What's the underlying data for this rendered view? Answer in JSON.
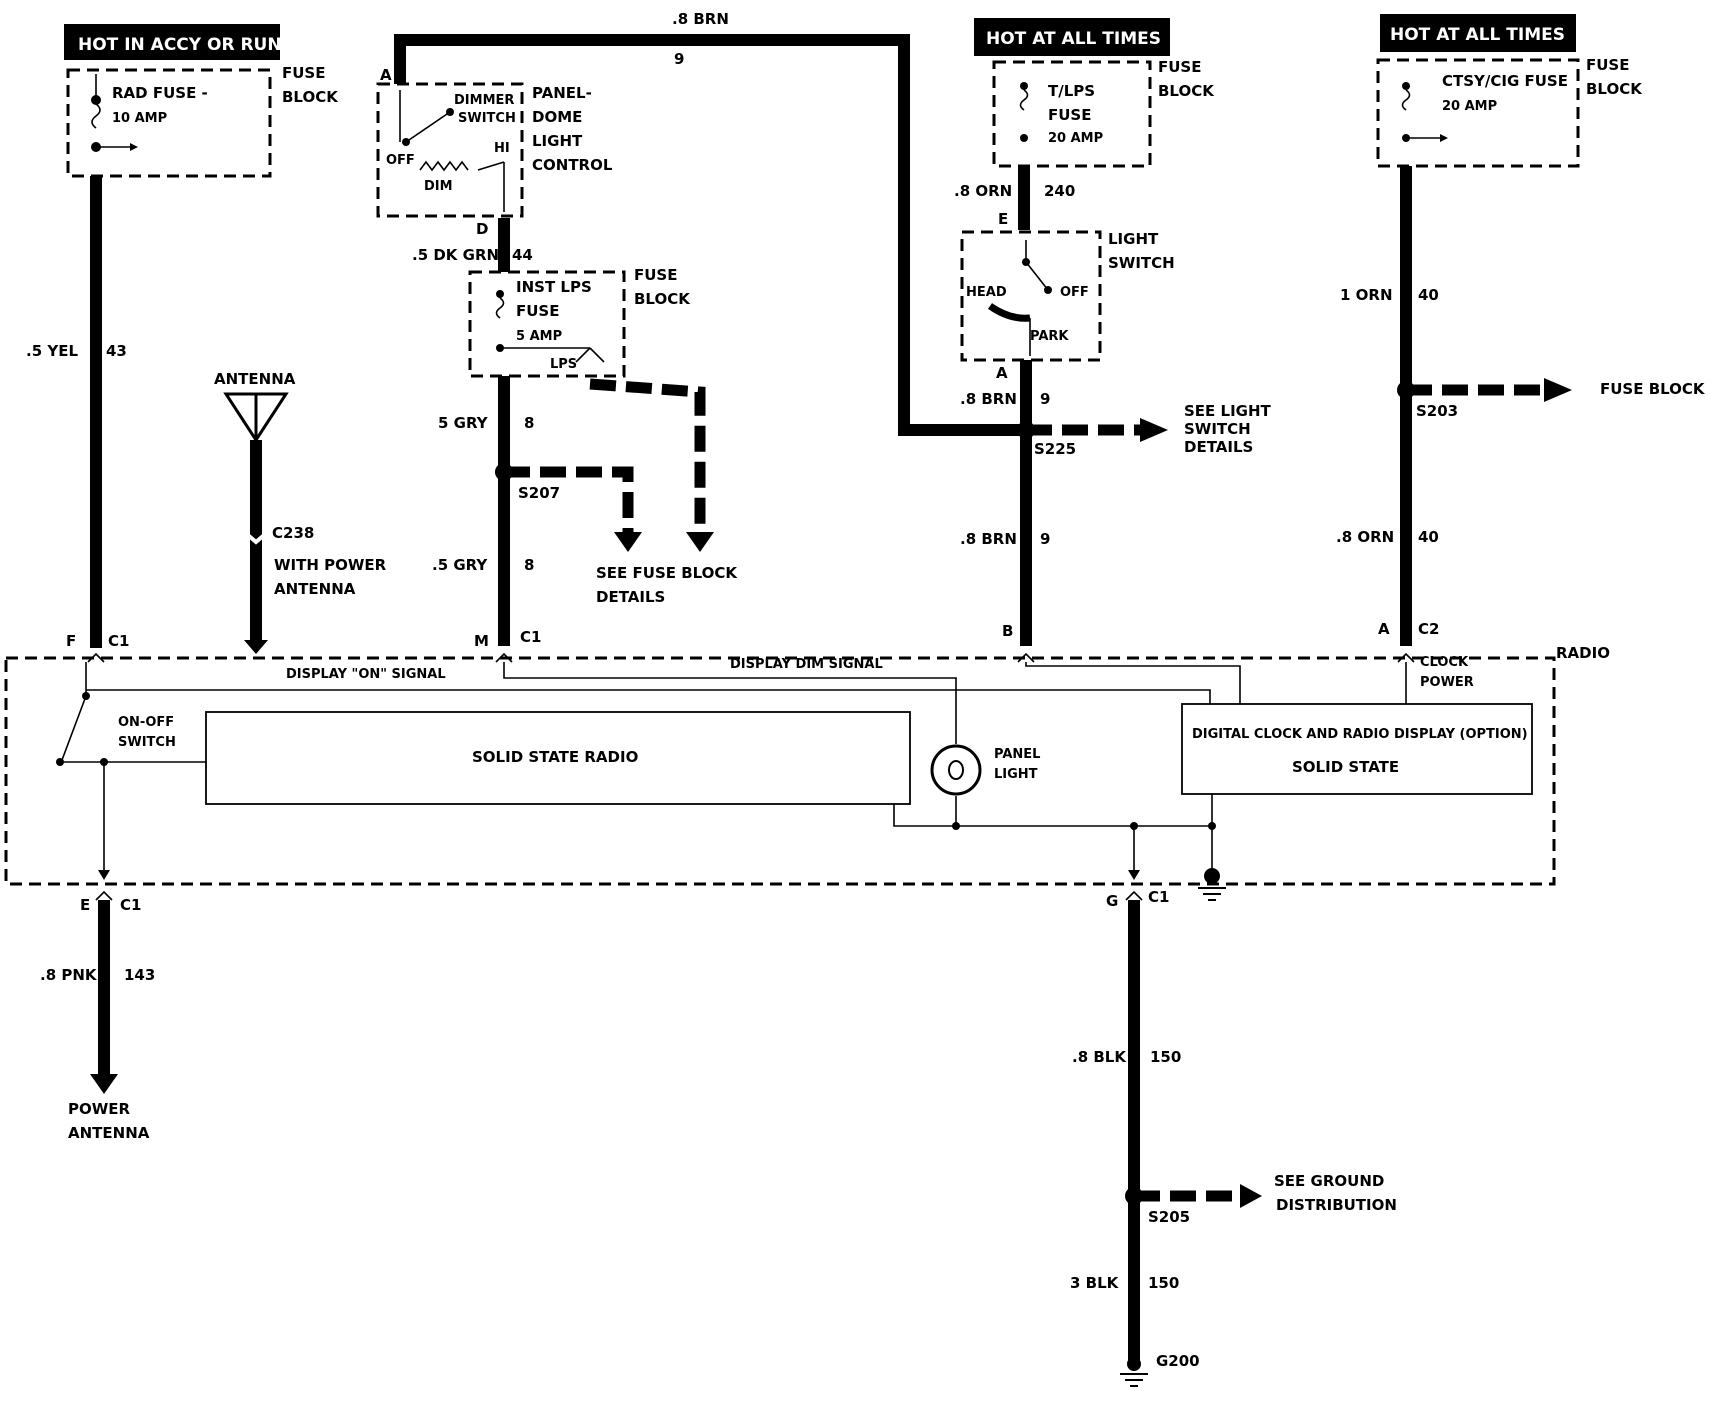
{
  "headers": {
    "hot_accy_run": "HOT IN ACCY OR RUN",
    "hot_all_times_1": "HOT AT ALL TIMES",
    "hot_all_times_2": "HOT AT ALL TIMES"
  },
  "fuses": {
    "rad": {
      "name": "RAD FUSE -",
      "rating": "10 AMP"
    },
    "tlps": {
      "name1": "T/LPS",
      "name2": "FUSE",
      "rating": "20 AMP"
    },
    "ctsy": {
      "name": "CTSY/CIG FUSE",
      "rating": "20 AMP"
    },
    "inst": {
      "name1": "INST LPS",
      "name2": "FUSE",
      "rating": "5 AMP",
      "tap": "LPS"
    }
  },
  "fuse_block_label": {
    "line1": "FUSE",
    "line2": "BLOCK"
  },
  "panel_dome": {
    "line1": "PANEL-",
    "line2": "DOME",
    "line3": "LIGHT",
    "line4": "CONTROL",
    "dimmer1": "DIMMER",
    "dimmer2": "SWITCH",
    "off": "OFF",
    "hi": "HI",
    "dim": "DIM"
  },
  "light_switch": {
    "line1": "LIGHT",
    "line2": "SWITCH",
    "head": "HEAD",
    "off": "OFF",
    "park": "PARK"
  },
  "wires": {
    "yel": ".5 YEL",
    "yel_num": "43",
    "brn_top": ".8 BRN",
    "brn_top_num": "9",
    "dk_grn": ".5 DK GRN",
    "dk_grn_num": "44",
    "gry1": "5 GRY",
    "gry1_num": "8",
    "gry2": ".5 GRY",
    "gry2_num": "8",
    "orn_240": ".8 ORN",
    "orn_240_num": "240",
    "brn1": ".8 BRN",
    "brn1_num": "9",
    "brn2": ".8 BRN",
    "brn2_num": "9",
    "orn40a": "1 ORN",
    "orn40a_num": "40",
    "orn40b": ".8 ORN",
    "orn40b_num": "40",
    "pnk": ".8 PNK",
    "pnk_num": "143",
    "blk1": ".8 BLK",
    "blk1_num": "150",
    "blk2": "3 BLK",
    "blk2_num": "150"
  },
  "splices": {
    "s207": "S207",
    "s225": "S225",
    "s203": "S203",
    "s205": "S205"
  },
  "connectors": {
    "a_dimmer": "A",
    "d_dimmer": "D",
    "e_ls": "E",
    "a_ls": "A",
    "f": "F",
    "m": "M",
    "b": "B",
    "a_c2": "A",
    "e_bot": "E",
    "g": "G",
    "c1_f": "C1",
    "c1_m": "C1",
    "c2": "C2",
    "c1_e": "C1",
    "c1_g": "C1",
    "c238": "C238",
    "g200": "G200"
  },
  "antenna": {
    "label": "ANTENNA",
    "with1": "WITH POWER",
    "with2": "ANTENNA"
  },
  "notes": {
    "see_fuse1": "SEE FUSE BLOCK",
    "see_fuse2": "DETAILS",
    "see_light1": "SEE LIGHT",
    "see_light2": "SWITCH",
    "see_light3": "DETAILS",
    "fuse_block_right": "FUSE BLOCK",
    "see_ground1": "SEE GROUND",
    "see_ground2": "DISTRIBUTION",
    "power_ant1": "POWER",
    "power_ant2": "ANTENNA"
  },
  "radio": {
    "label": "RADIO",
    "display_on": "DISPLAY \"ON\" SIGNAL",
    "display_dim": "DISPLAY DIM SIGNAL",
    "on_off1": "ON-OFF",
    "on_off2": "SWITCH",
    "solid_state_radio": "SOLID STATE RADIO",
    "panel_light1": "PANEL",
    "panel_light2": "LIGHT",
    "digital_clock": "DIGITAL CLOCK AND RADIO DISPLAY (OPTION)",
    "solid_state": "SOLID STATE",
    "clock_power1": "CLOCK",
    "clock_power2": "POWER"
  }
}
